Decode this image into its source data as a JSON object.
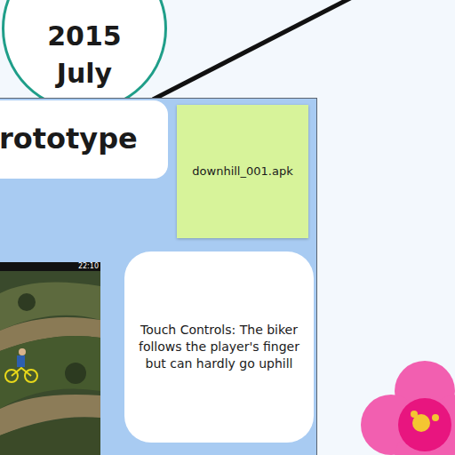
{
  "diagram": {
    "nodes": [
      {
        "text": [
          "2015 July"
        ]
      },
      {
        "text": []
      },
      {
        "text": [
          "rototype"
        ],
        "in": 1
      },
      {
        "text": [
          "downhill_001.apk"
        ],
        "in": 1
      },
      {
        "text": [
          "Touch Controls: The biker follows the player's finger but can hardly go uphill"
        ],
        "in": 1
      }
    ],
    "labels": [
      "22:10"
    ]
  }
}
